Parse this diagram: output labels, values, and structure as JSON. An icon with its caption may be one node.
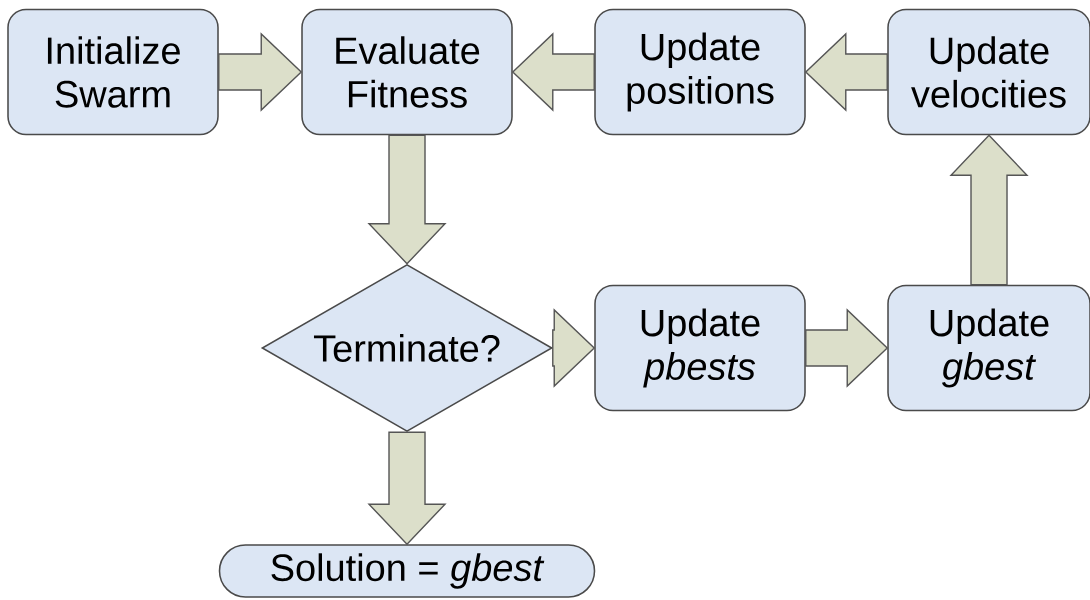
{
  "diagram": {
    "nodes": [
      {
        "text": [
          "Initialize Swarm"
        ]
      },
      {
        "text": [
          "Evaluate Fitness"
        ]
      },
      {
        "text": [
          "Update positions"
        ]
      },
      {
        "text": [
          "Update velocities"
        ]
      },
      {
        "text": [
          "Terminate?"
        ]
      },
      {
        "text": [
          "Update *pbests*"
        ]
      },
      {
        "text": [
          "Update *gbest*"
        ]
      },
      {
        "text": [
          "Solution = *gbest*"
        ]
      }
    ],
    "edges": [
      {
        "from": 0,
        "to": 1,
        "arrow": "to"
      },
      {
        "from": 1,
        "to": 4,
        "arrow": "to"
      },
      {
        "from": 4,
        "to": 5,
        "arrow": "to"
      },
      {
        "from": 5,
        "to": 6,
        "arrow": "to"
      },
      {
        "from": 6,
        "to": 3,
        "arrow": "to"
      },
      {
        "from": 3,
        "to": 2,
        "arrow": "to"
      },
      {
        "from": 2,
        "to": 1,
        "arrow": "to"
      },
      {
        "from": 4,
        "to": 7,
        "arrow": "to"
      }
    ]
  }
}
